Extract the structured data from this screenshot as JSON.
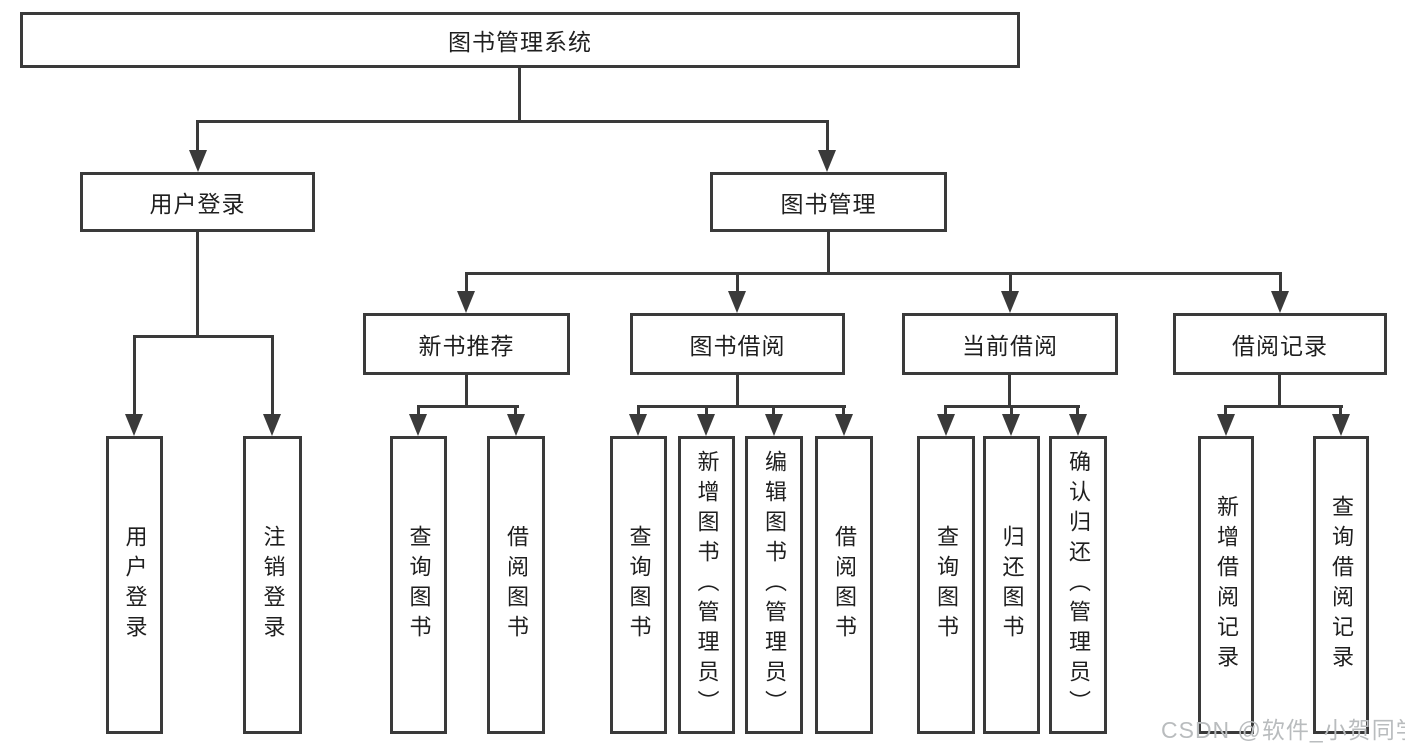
{
  "nodes": {
    "root": "图书管理系统",
    "user_login": "用户登录",
    "book_mgmt": "图书管理",
    "new_book_rec": "新书推荐",
    "book_borrow": "图书借阅",
    "current_borrow": "当前借阅",
    "borrow_record": "借阅记录",
    "leaf_user_login": "用户登录",
    "leaf_logout": "注销登录",
    "leaf_query_book_rec": "查询图书",
    "leaf_borrow_book_rec": "借阅图书",
    "leaf_query_book_borrow": "查询图书",
    "leaf_add_book_admin": "新增图书（管理员）",
    "leaf_edit_book_admin": "编辑图书（管理员）",
    "leaf_borrow_book_borrow": "借阅图书",
    "leaf_query_book_current": "查询图书",
    "leaf_return_book": "归还图书",
    "leaf_confirm_return_admin": "确认归还（管理员）",
    "leaf_add_borrow_record": "新增借阅记录",
    "leaf_query_borrow_record": "查询借阅记录"
  },
  "watermark": "CSDN @软件_小贺同学",
  "colors": {
    "line": "#3a3a3a",
    "box_bg": "#ffffff",
    "text": "#1f1f1f",
    "watermark": "#b9bcbe"
  }
}
